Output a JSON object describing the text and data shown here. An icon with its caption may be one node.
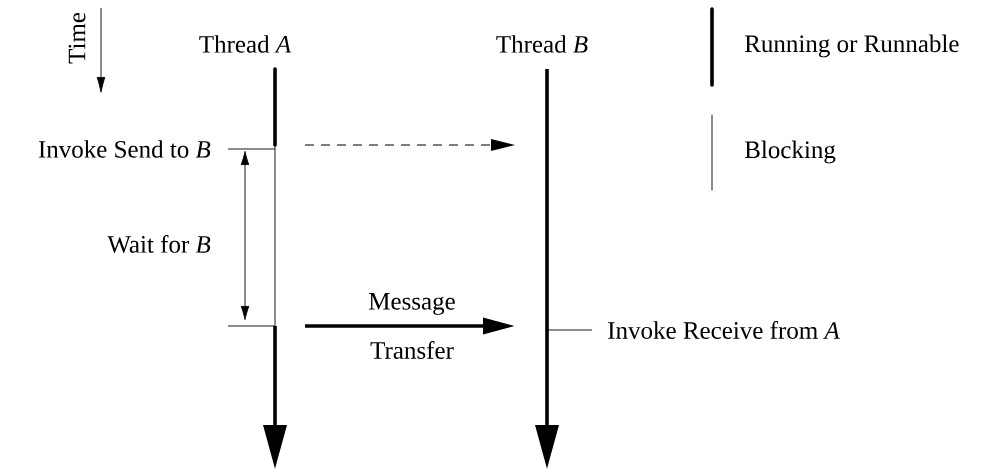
{
  "diagram": {
    "nodes": [
      {
        "text": [
          "Thread *A*"
        ]
      },
      {
        "text": [
          "Thread *B*"
        ]
      },
      {
        "text": [
          "Invoke Send to *B*"
        ]
      },
      {
        "text": [
          "Invoke Receive from *A*"
        ]
      }
    ],
    "edges": [
      {
        "from": 0,
        "to": 1,
        "arrow": "to",
        "style": "dashed"
      },
      {
        "from": 0,
        "to": 1,
        "arrow": "to",
        "style": "thick"
      },
      {
        "from": 2,
        "to": 0,
        "arrow": "none"
      },
      {
        "from": 3,
        "to": 1,
        "arrow": "none"
      }
    ],
    "labels": [
      "Time",
      "Wait for *B*",
      "Message",
      "Transfer"
    ],
    "legend": [
      {
        "text": "Running or Runnable"
      },
      {
        "text": "Blocking"
      }
    ]
  }
}
